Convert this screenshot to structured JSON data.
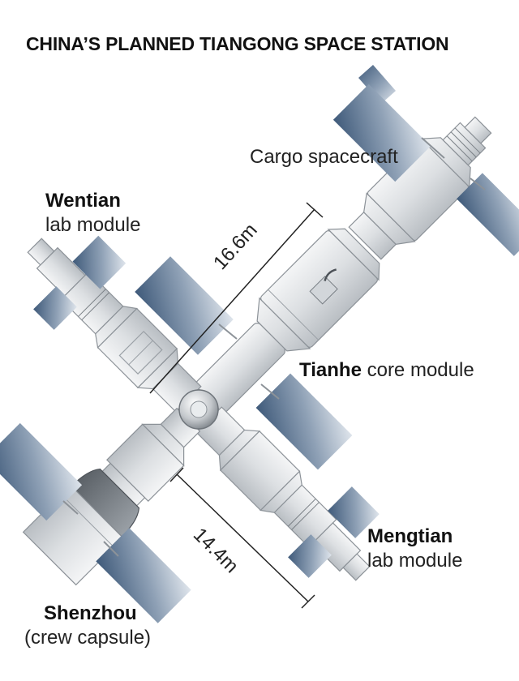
{
  "title": "CHINA’S PLANNED TIANGONG SPACE STATION",
  "labels": {
    "cargo": "Cargo spacecraft",
    "wentian_name": "Wentian",
    "wentian_desc": "lab module",
    "tianhe_name": "Tianhe",
    "tianhe_desc": "core module",
    "mengtian_name": "Mengtian",
    "mengtian_desc": "lab module",
    "shenzhou_name": "Shenzhou",
    "shenzhou_desc": "(crew capsule)"
  },
  "dimensions": {
    "upper": "16.6m",
    "lower": "14.4m"
  }
}
